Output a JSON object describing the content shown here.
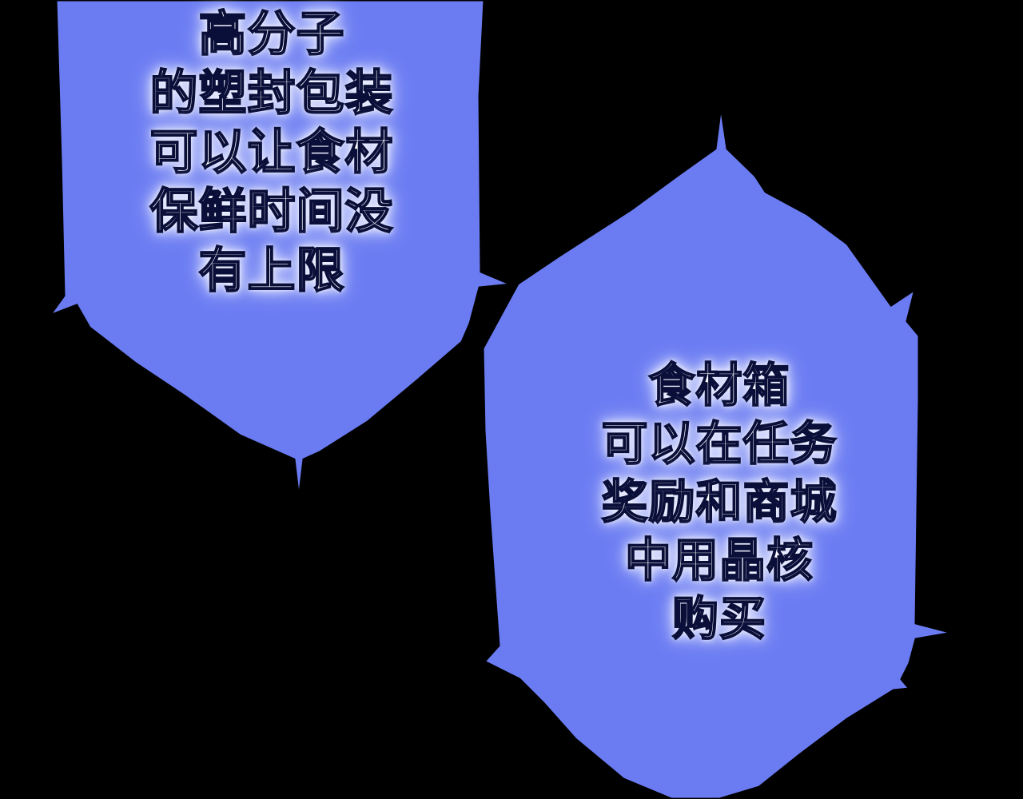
{
  "colors": {
    "background": "#000000",
    "panel_fill": "#6b7cf3",
    "text_fill": "#ffffff",
    "text_outline": "#0a0f3a",
    "text_glow": "#e8ecff"
  },
  "panel_1": {
    "lines": [
      "高分子",
      "的塑封包装",
      "可以让食材",
      "保鲜时间没",
      "有上限"
    ]
  },
  "panel_2": {
    "lines": [
      "食材箱",
      "可以在任务",
      "奖励和商城",
      "中用晶核",
      "购买"
    ]
  }
}
